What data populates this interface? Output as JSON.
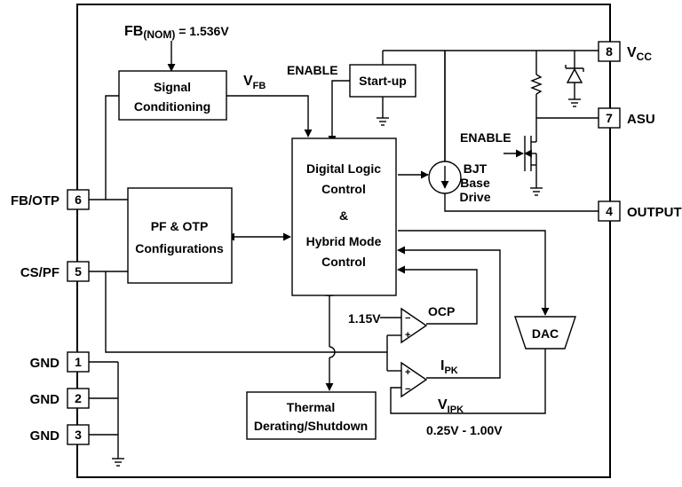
{
  "inputs": {
    "fb_nom_main": "FB",
    "fb_nom_sub": "(NOM)",
    "fb_nom_value": " = 1.536V"
  },
  "blocks": {
    "signal_conditioning": [
      "Signal",
      "Conditioning"
    ],
    "startup": "Start-up",
    "digital_logic": [
      "Digital Logic",
      "Control",
      "&",
      "Hybrid Mode",
      "Control"
    ],
    "pf_otp": [
      "PF & OTP",
      "Configurations"
    ],
    "thermal": [
      "Thermal",
      "Derating/Shutdown"
    ],
    "dac": "DAC",
    "bjt_drive": [
      "BJT",
      "Base",
      "Drive"
    ]
  },
  "signals": {
    "vfb_main": "V",
    "vfb_sub": "FB",
    "enable_startup": "ENABLE",
    "enable_mosfet": "ENABLE",
    "ocp_ref": "1.15V",
    "ocp": "OCP",
    "ipk_main": "I",
    "ipk_sub": "PK",
    "vipk_main": "V",
    "vipk_sub": "IPK",
    "vipk_range": "0.25V - 1.00V"
  },
  "pins": {
    "vcc": {
      "number": "8",
      "name_main": "V",
      "name_sub": "CC"
    },
    "asu": {
      "number": "7",
      "name": "ASU"
    },
    "output": {
      "number": "4",
      "name": "OUTPUT"
    },
    "fb_otp": {
      "number": "6",
      "name": "FB/OTP"
    },
    "cs_pf": {
      "number": "5",
      "name": "CS/PF"
    },
    "gnd1": {
      "number": "1",
      "name": "GND"
    },
    "gnd2": {
      "number": "2",
      "name": "GND"
    },
    "gnd3": {
      "number": "3",
      "name": "GND"
    }
  },
  "comparator_signs": {
    "plus": "+",
    "minus": "−"
  }
}
